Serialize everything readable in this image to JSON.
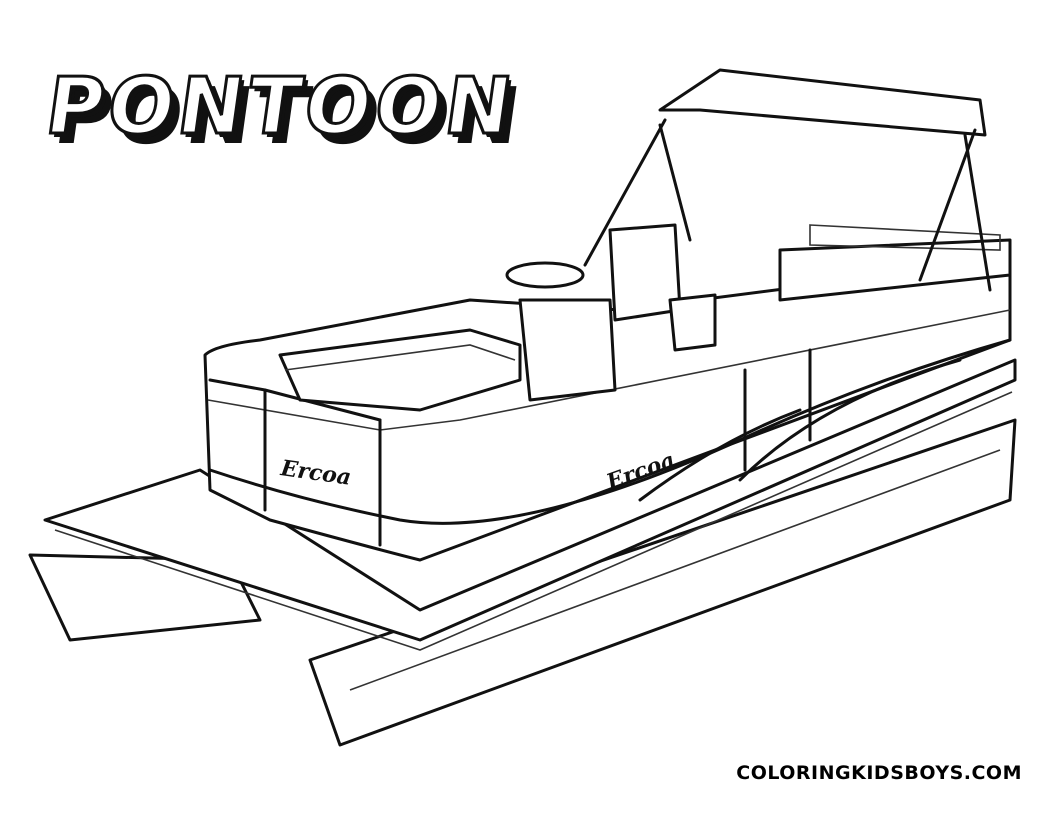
{
  "title": "PONTOON",
  "watermark": "COLORINGKIDSBOYS.COM",
  "hull_brand": "Ercoa",
  "colors": {
    "line": "#111111",
    "background": "#ffffff"
  }
}
